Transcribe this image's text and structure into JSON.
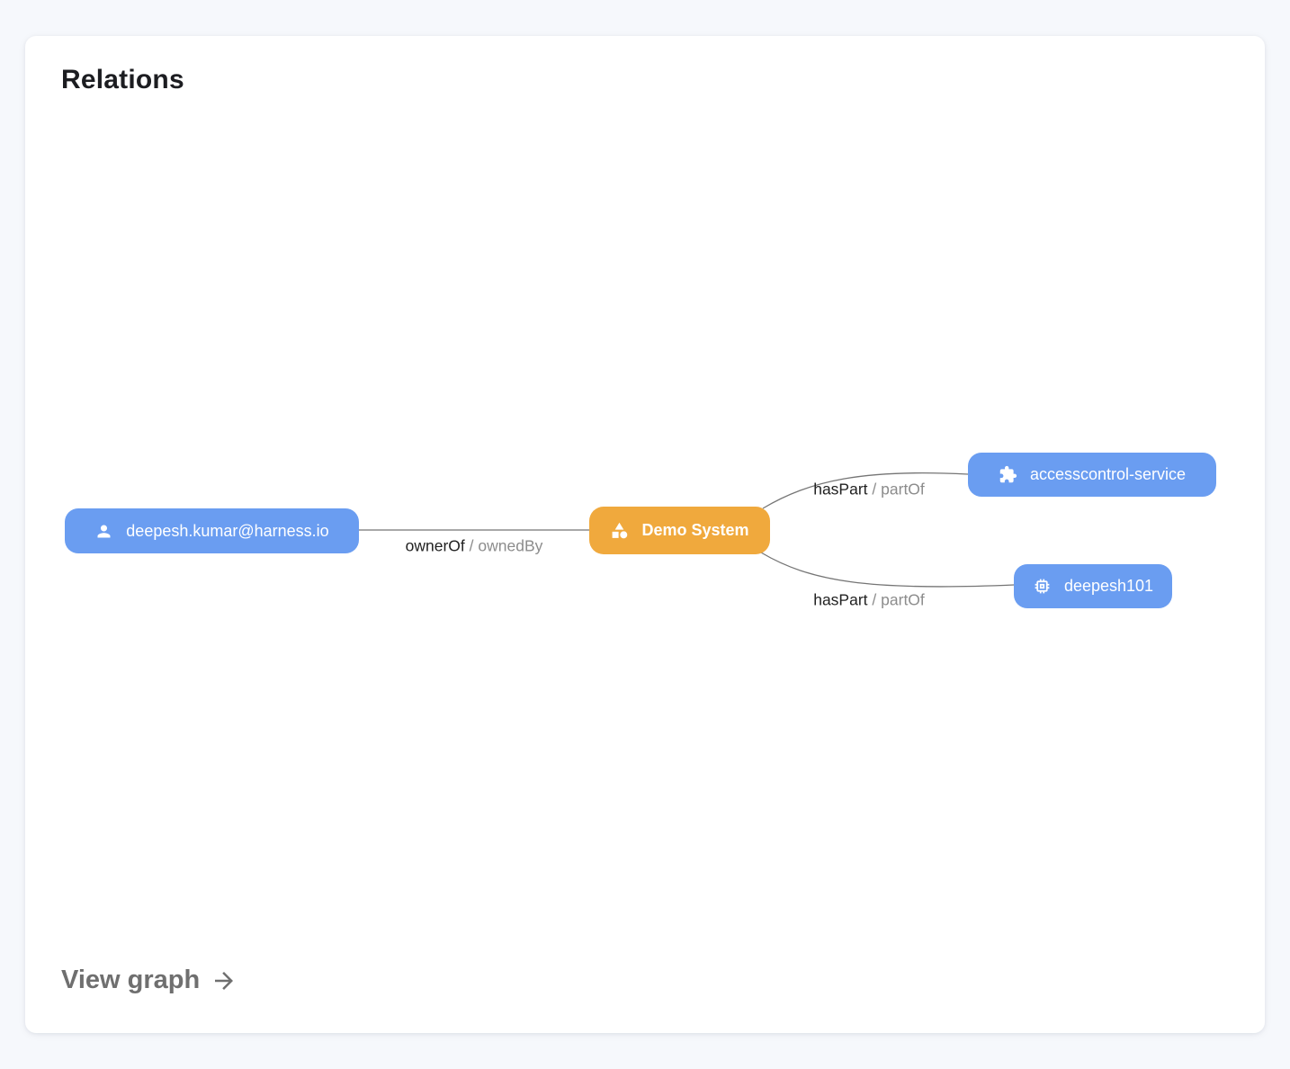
{
  "page": {
    "background_color": "#f6f8fc"
  },
  "card": {
    "title": "Relations",
    "background_color": "#ffffff",
    "footer": {
      "view_graph_label": "View graph",
      "arrow_icon": "arrow-right-icon",
      "color": "#6f6f6f"
    }
  },
  "graph": {
    "edge_color": "#757575",
    "label_secondary_color": "#8c8c8c",
    "nodes": [
      {
        "id": "user",
        "label": "deepesh.kumar@harness.io",
        "icon": "person-icon",
        "color": "#6a9df1",
        "text_color": "#ffffff"
      },
      {
        "id": "system",
        "label": "Demo System",
        "icon": "category-icon",
        "color": "#f0a93d",
        "text_color": "#ffffff"
      },
      {
        "id": "service",
        "label": "accesscontrol-service",
        "icon": "extension-icon",
        "color": "#6a9df1",
        "text_color": "#ffffff"
      },
      {
        "id": "component",
        "label": "deepesh101",
        "icon": "memory-icon",
        "color": "#6a9df1",
        "text_color": "#ffffff"
      }
    ],
    "edges": [
      {
        "from": "deepesh.kumar@harness.io",
        "to": "Demo System",
        "label": "ownerOf",
        "separator": "/",
        "reverse_label": "ownedBy"
      },
      {
        "from": "Demo System",
        "to": "accesscontrol-service",
        "label": "hasPart",
        "separator": "/",
        "reverse_label": "partOf"
      },
      {
        "from": "Demo System",
        "to": "deepesh101",
        "label": "hasPart",
        "separator": "/",
        "reverse_label": "partOf"
      }
    ]
  }
}
